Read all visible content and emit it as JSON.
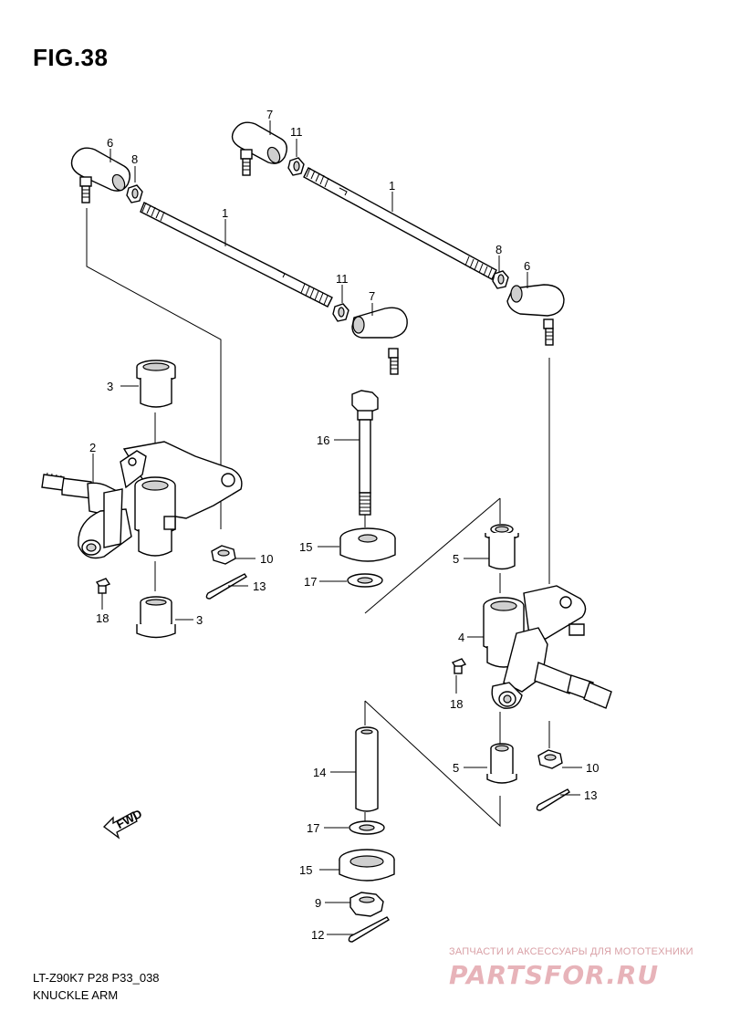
{
  "figure": {
    "title": "FIG.38",
    "model_code": "LT-Z90K7 P28 P33_038",
    "name": "KNUCKLE ARM",
    "fwd_label": "FWD"
  },
  "callouts": [
    {
      "id": "c1a",
      "text": "1"
    },
    {
      "id": "c1b",
      "text": "1"
    },
    {
      "id": "c2",
      "text": "2"
    },
    {
      "id": "c3a",
      "text": "3"
    },
    {
      "id": "c3b",
      "text": "3"
    },
    {
      "id": "c4",
      "text": "4"
    },
    {
      "id": "c5a",
      "text": "5"
    },
    {
      "id": "c5b",
      "text": "5"
    },
    {
      "id": "c6a",
      "text": "6"
    },
    {
      "id": "c6b",
      "text": "6"
    },
    {
      "id": "c7a",
      "text": "7"
    },
    {
      "id": "c7b",
      "text": "7"
    },
    {
      "id": "c8a",
      "text": "8"
    },
    {
      "id": "c8b",
      "text": "8"
    },
    {
      "id": "c9",
      "text": "9"
    },
    {
      "id": "c10a",
      "text": "10"
    },
    {
      "id": "c10b",
      "text": "10"
    },
    {
      "id": "c11a",
      "text": "11"
    },
    {
      "id": "c11b",
      "text": "11"
    },
    {
      "id": "c12",
      "text": "12"
    },
    {
      "id": "c13a",
      "text": "13"
    },
    {
      "id": "c13b",
      "text": "13"
    },
    {
      "id": "c14",
      "text": "14"
    },
    {
      "id": "c15a",
      "text": "15"
    },
    {
      "id": "c15b",
      "text": "15"
    },
    {
      "id": "c16",
      "text": "16"
    },
    {
      "id": "c17a",
      "text": "17"
    },
    {
      "id": "c17b",
      "text": "17"
    },
    {
      "id": "c18a",
      "text": "18"
    },
    {
      "id": "c18b",
      "text": "18"
    }
  ],
  "watermark": {
    "tagline": "ЗАПЧАСТИ И АКСЕССУАРЫ ДЛЯ МОТОТЕХНИКИ",
    "brand": "PARTSFOR.RU"
  }
}
